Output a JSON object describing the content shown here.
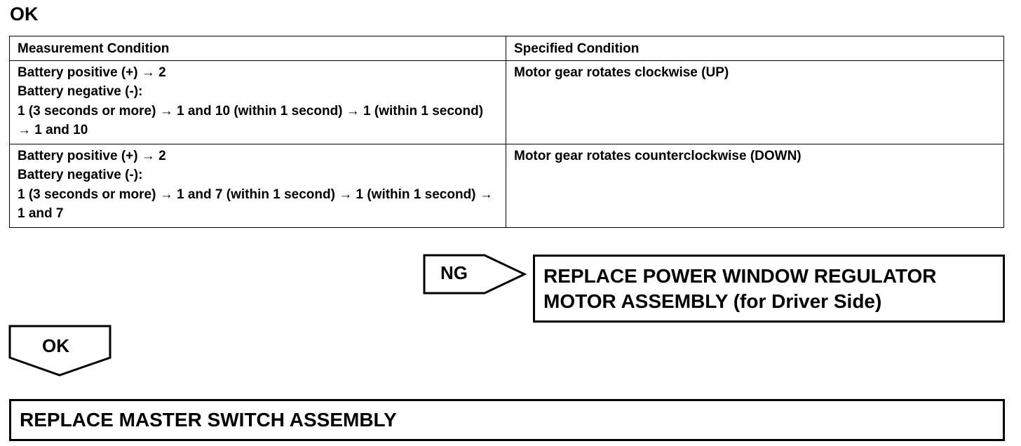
{
  "heading": "OK",
  "table": {
    "headers": [
      "Measurement Condition",
      "Specified Condition"
    ],
    "rows": [
      {
        "measurement": [
          "Battery positive (+) → 2",
          "Battery negative (-):",
          " 1 (3 seconds or more) → 1 and 10 (within 1 second) → 1 (within 1 second) → 1 and 10"
        ],
        "specified": "Motor gear rotates clockwise (UP)"
      },
      {
        "measurement": [
          "Battery positive (+) → 2",
          "Battery negative (-):",
          " 1 (3 seconds or more) → 1 and 7 (within 1 second) → 1 (within 1 second) → 1 and 7"
        ],
        "specified": "Motor gear rotates counterclockwise (DOWN)"
      }
    ]
  },
  "ng_branch": {
    "label": "NG",
    "result_line1": "REPLACE POWER WINDOW REGULATOR",
    "result_line2": "MOTOR ASSEMBLY (for Driver Side)"
  },
  "ok_branch": {
    "label": "OK",
    "result": "REPLACE MASTER SWITCH ASSEMBLY"
  }
}
